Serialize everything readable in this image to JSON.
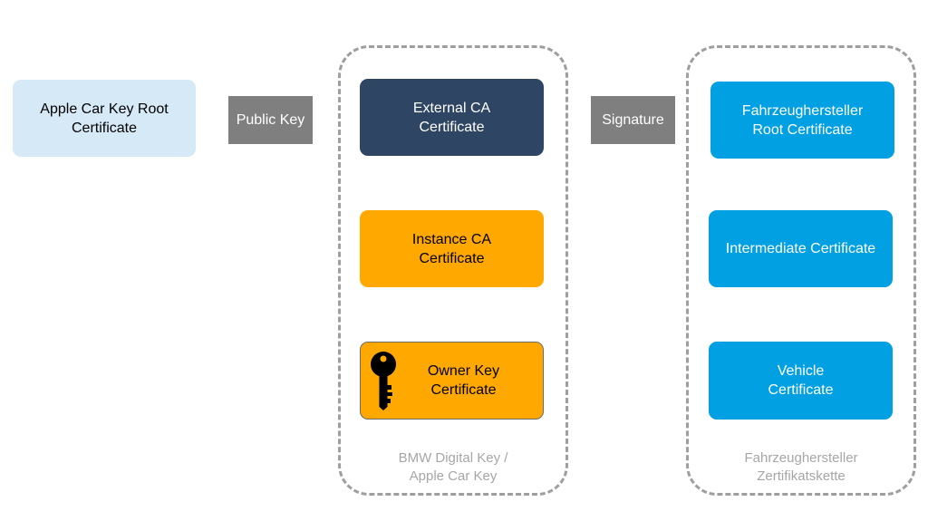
{
  "root_box": {
    "label": "Apple Car Key Root\nCertificate"
  },
  "connectors": {
    "public_key": "Public Key",
    "signature": "Signature"
  },
  "group_bmw": {
    "label": "BMW Digital Key /\nApple Car Key",
    "items": [
      {
        "label": "External CA\nCertificate",
        "color": "#2e4564"
      },
      {
        "label": "Instance CA\nCertificate",
        "color": "#ffa800"
      },
      {
        "label": "Owner Key\nCertificate",
        "color": "#ffa800",
        "icon": "key-icon"
      }
    ]
  },
  "group_oem": {
    "label": "Fahrzeughersteller\nZertifikatskette",
    "items": [
      {
        "label": "Fahrzeughersteller\nRoot Certificate",
        "color": "#00a0e3"
      },
      {
        "label": "Intermediate Certificate",
        "color": "#00a0e3"
      },
      {
        "label": "Vehicle\nCertificate",
        "color": "#00a0e3"
      }
    ]
  },
  "colors": {
    "root_fill": "#d6e9f6",
    "tag_fill": "#7f7f7f",
    "dash": "#9e9e9e"
  }
}
